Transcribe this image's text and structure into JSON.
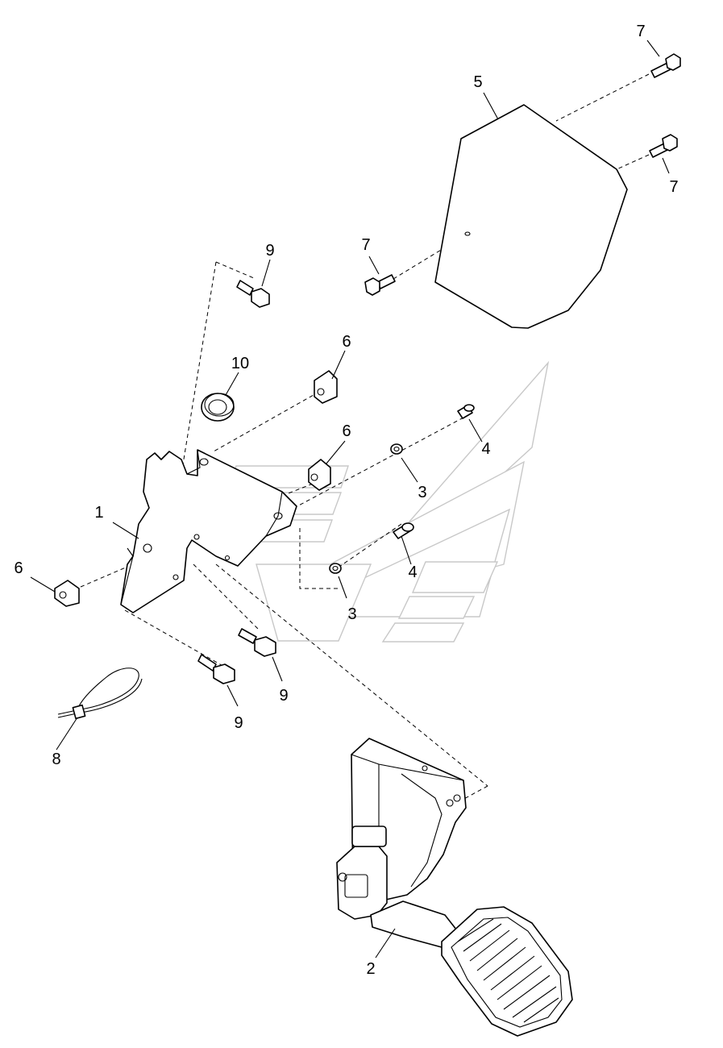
{
  "diagram": {
    "callouts": {
      "c1": "1",
      "c2": "2",
      "c3a": "3",
      "c3b": "3",
      "c4a": "4",
      "c4b": "4",
      "c5": "5",
      "c6a": "6",
      "c6b": "6",
      "c6c": "6",
      "c7a": "7",
      "c7b": "7",
      "c7c": "7",
      "c8": "8",
      "c9a": "9",
      "c9b": "9",
      "c9c": "9",
      "c10": "10"
    }
  }
}
